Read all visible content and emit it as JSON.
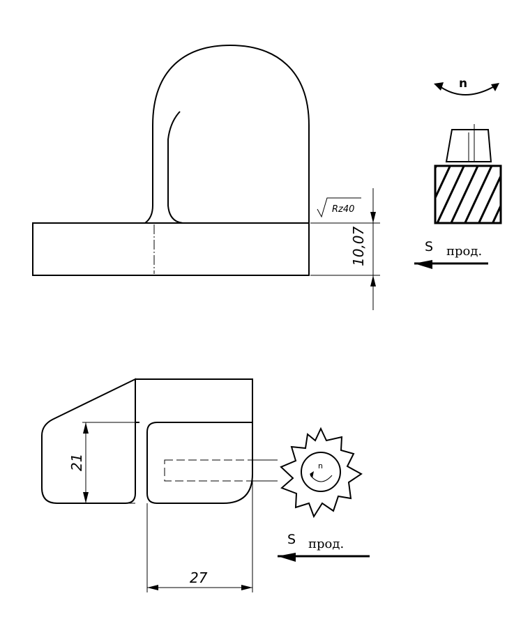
{
  "top_view": {
    "roughness_label": "Rz40",
    "thickness_dimension": "10,07"
  },
  "bottom_view": {
    "height_dimension": "21",
    "width_dimension": "27"
  },
  "end_mill_icon": {
    "rotation_label": "n",
    "feed_symbol": "S",
    "feed_label": "прод."
  },
  "disk_cutter_icon": {
    "rotation_label": "n",
    "feed_symbol": "S",
    "feed_label": "прод."
  }
}
